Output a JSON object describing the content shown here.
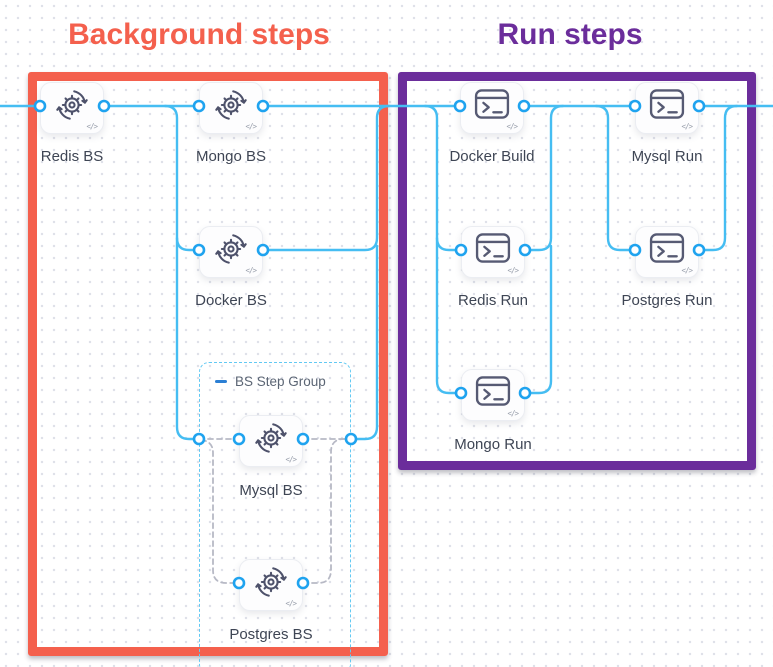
{
  "titles": {
    "background": {
      "text": "Background steps",
      "color": "#f4604d"
    },
    "run": {
      "text": "Run steps",
      "color": "#6b2d9b"
    }
  },
  "group": {
    "label": "BS Step Group"
  },
  "nodes": [
    {
      "id": "redis-bs",
      "label": "Redis BS",
      "kind": "background-service",
      "icon": "sync-gear-icon"
    },
    {
      "id": "mongo-bs",
      "label": "Mongo BS",
      "kind": "background-service",
      "icon": "sync-gear-icon"
    },
    {
      "id": "docker-bs",
      "label": "Docker BS",
      "kind": "background-service",
      "icon": "sync-gear-icon"
    },
    {
      "id": "mysql-bs",
      "label": "Mysql BS",
      "kind": "background-service",
      "icon": "sync-gear-icon"
    },
    {
      "id": "postgres-bs",
      "label": "Postgres BS",
      "kind": "background-service",
      "icon": "sync-gear-icon"
    },
    {
      "id": "docker-build",
      "label": "Docker Build",
      "kind": "run-step",
      "icon": "terminal-icon"
    },
    {
      "id": "mysql-run",
      "label": "Mysql Run",
      "kind": "run-step",
      "icon": "terminal-icon"
    },
    {
      "id": "redis-run",
      "label": "Redis Run",
      "kind": "run-step",
      "icon": "terminal-icon"
    },
    {
      "id": "postgres-run",
      "label": "Postgres Run",
      "kind": "run-step",
      "icon": "terminal-icon"
    },
    {
      "id": "mongo-run",
      "label": "Mongo Run",
      "kind": "run-step",
      "icon": "terminal-icon"
    }
  ],
  "badges": {
    "code_glyph": "</>"
  },
  "colors": {
    "background_box_border": "#f4604d",
    "run_box_border": "#6b2d9b",
    "connection_line": "#45bdf2",
    "port_ring": "#1fa3ef",
    "dashed_connection": "#b7b9c5",
    "group_border": "#62c9f3",
    "node_icon": "#4e526b",
    "node_label": "#3e4554"
  }
}
